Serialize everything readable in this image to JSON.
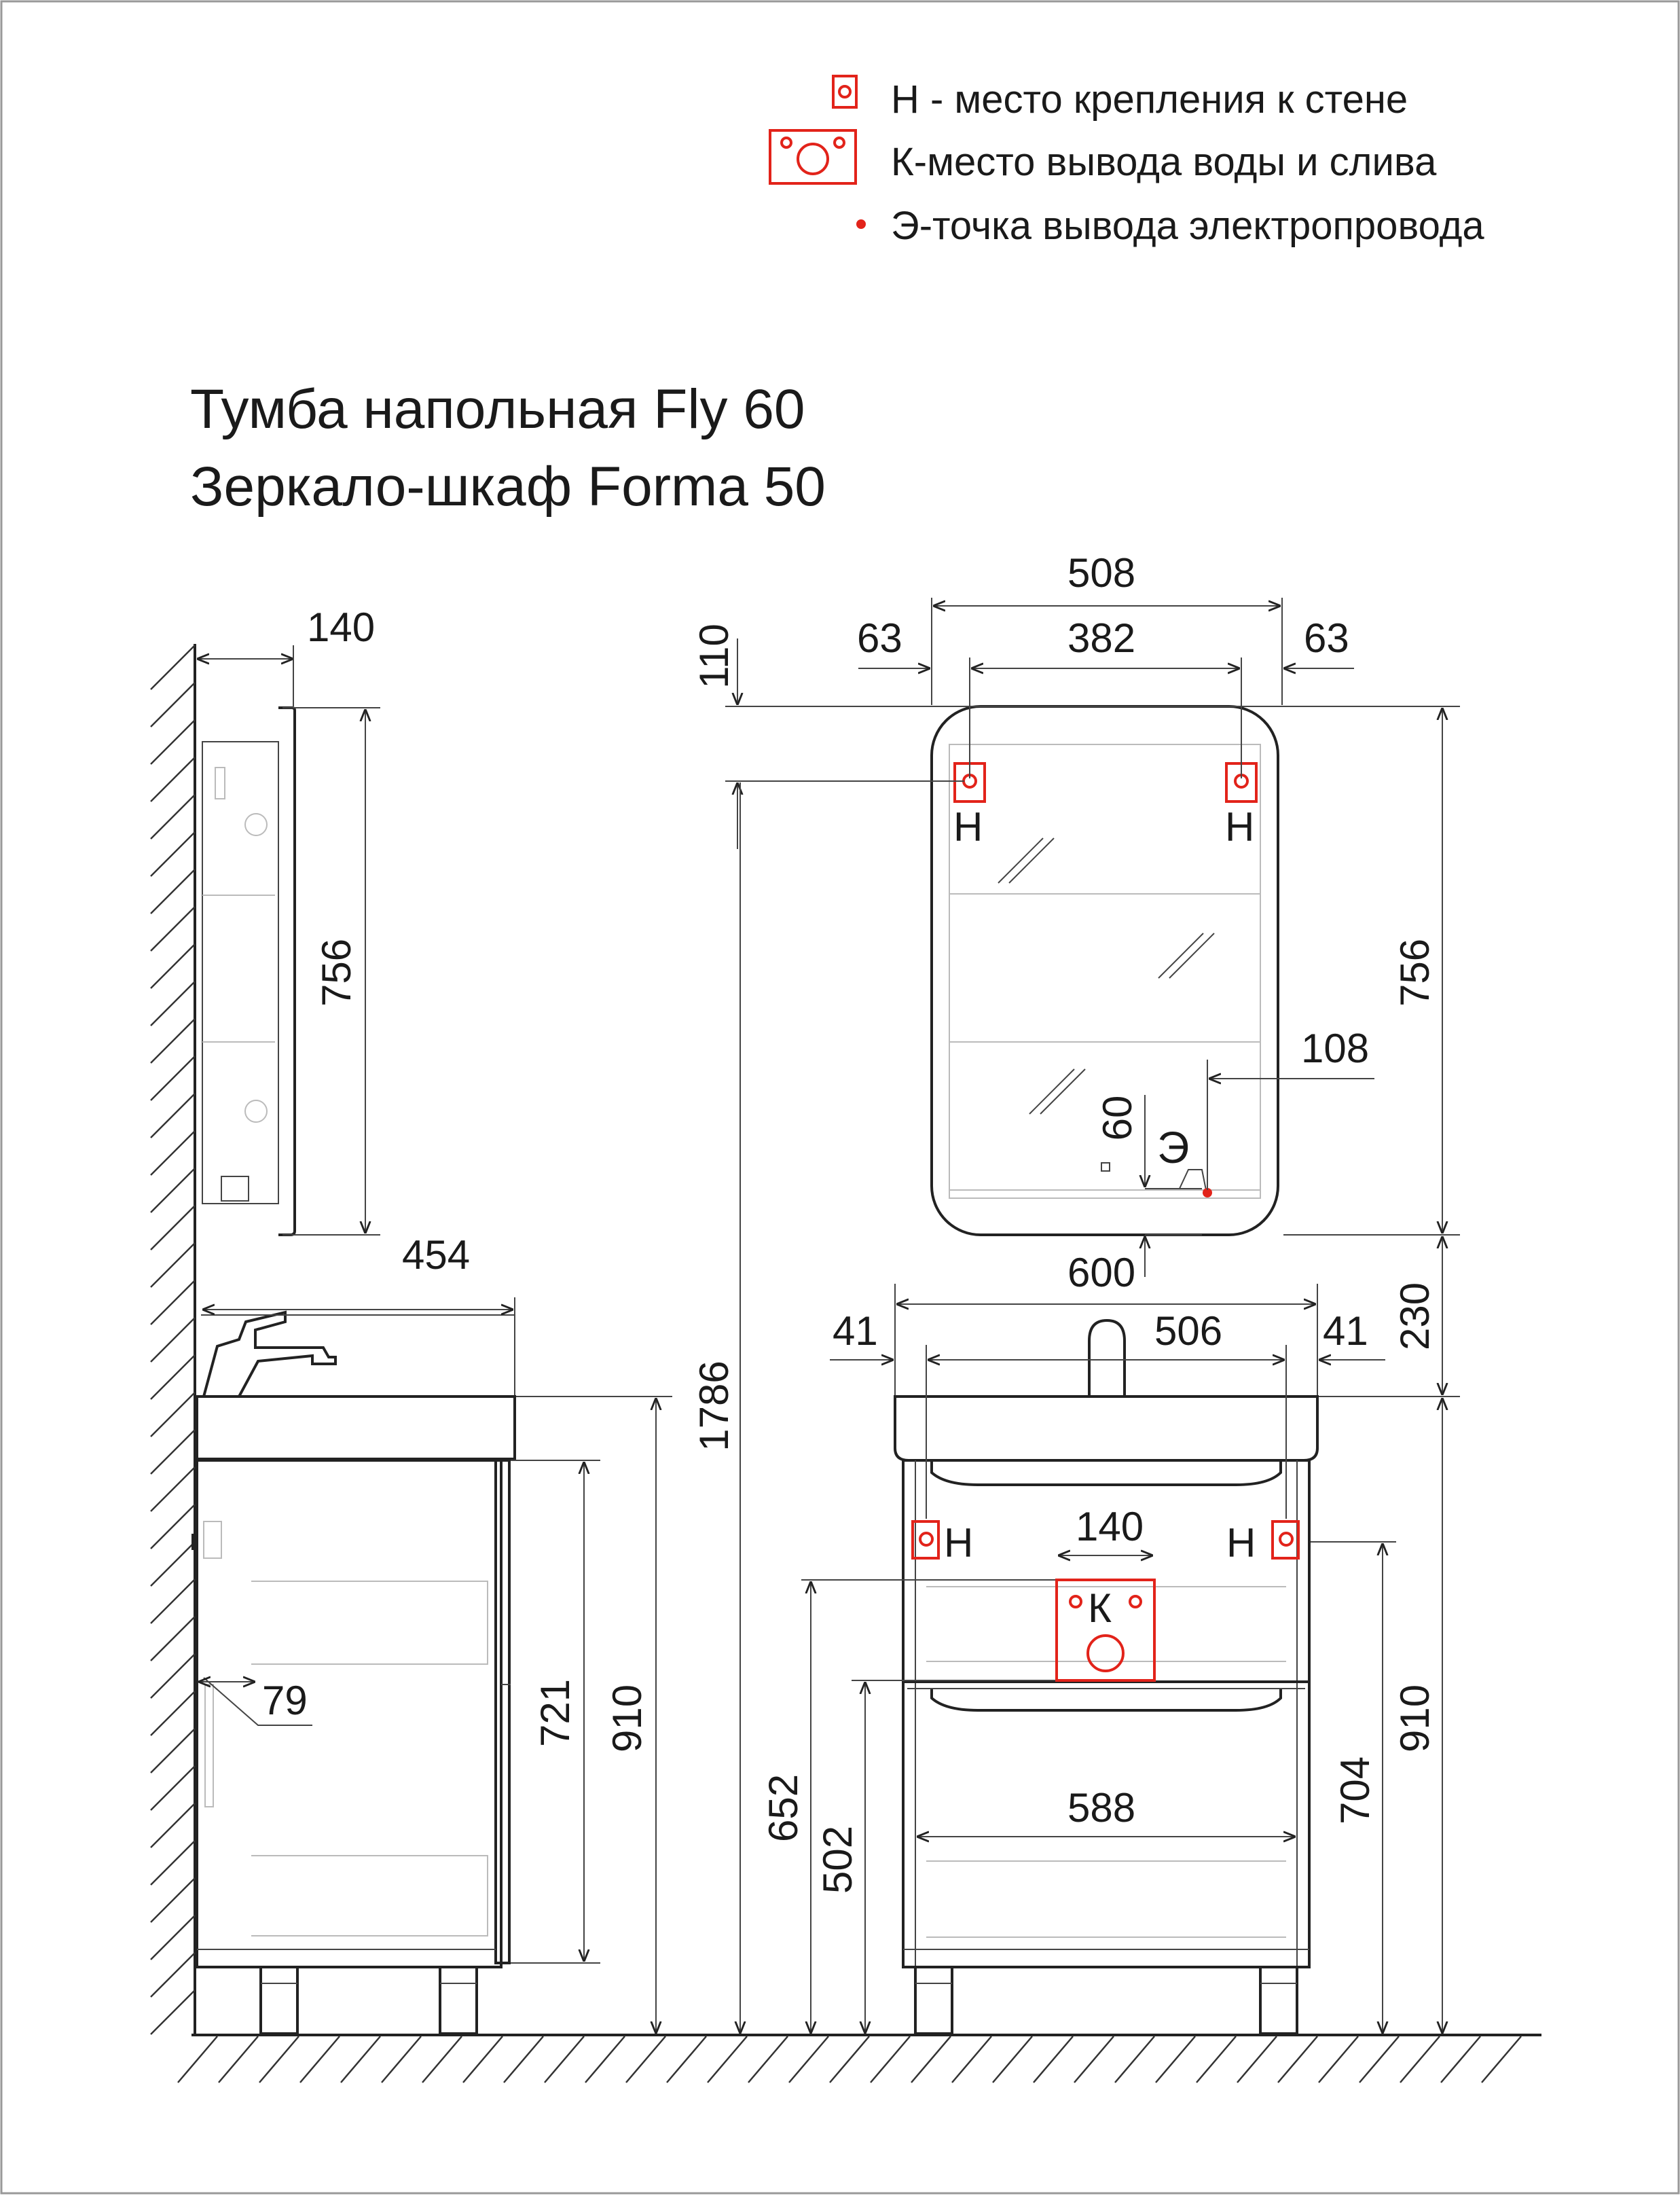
{
  "colors": {
    "line": "#222222",
    "accent": "#e2231a",
    "background": "#ffffff"
  },
  "legend": {
    "items": [
      {
        "symbol": "mount-point-icon",
        "text": "Н - место крепления к стене"
      },
      {
        "symbol": "water-outlet-icon",
        "text": "К-место вывода воды и слива"
      },
      {
        "symbol": "electric-point-icon",
        "text": "Э-точка вывода электропровода"
      }
    ]
  },
  "titles": {
    "line1": "Тумба напольная Fly 60",
    "line2": "Зеркало-шкаф Forma 50"
  },
  "markers": {
    "mount": "Н",
    "water": "К",
    "electric": "Э"
  },
  "dimensions": {
    "side": {
      "mirror_depth": "140",
      "mirror_height": "756",
      "basin_depth": "454",
      "cabinet_body": "721",
      "cabinet_height": "910",
      "drain_offset": "79"
    },
    "front": {
      "mirror_width": "508",
      "mirror_inner": "382",
      "mirror_left": "63",
      "mirror_right": "63",
      "mirror_top_offset": "110",
      "mirror_height": "756",
      "electric_side": "108",
      "electric_height": "60",
      "total_height": "1786",
      "gap": "230",
      "basin_width": "600",
      "cabinet_left": "41",
      "cabinet_inner": "506",
      "cabinet_right": "41",
      "outlet_width": "140",
      "outlet_top": "652",
      "outlet_bottom": "502",
      "drawer_width": "588",
      "cabinet_body": "704",
      "cabinet_height": "910"
    }
  }
}
